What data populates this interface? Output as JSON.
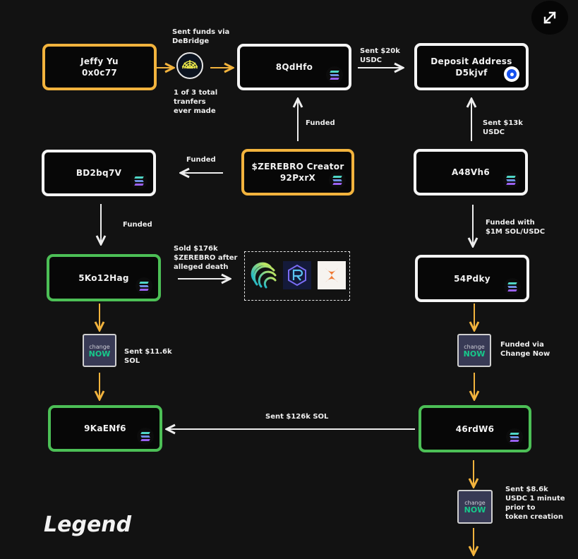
{
  "nodes": {
    "jeffy": {
      "label": "Jeffy Yu\n0x0c77",
      "border": "yellow"
    },
    "n8qdhfo": {
      "label": "8QdHfo",
      "chain_icon": "solana-icon"
    },
    "deposit": {
      "label": "Deposit Address\nD5kjvf",
      "chain_icon": "coinbase-icon"
    },
    "bd2bq7v": {
      "label": "BD2bq7V",
      "chain_icon": "solana-icon"
    },
    "creator": {
      "label": "$ZEREBRO Creator\n92PxrX",
      "border": "yellow",
      "chain_icon": "solana-icon"
    },
    "a48vh6": {
      "label": "A48Vh6",
      "chain_icon": "solana-icon"
    },
    "sko12hag": {
      "label": "5Ko12Hag",
      "border": "green",
      "chain_icon": "solana-icon"
    },
    "s4pdky": {
      "label": "54Pdky",
      "chain_icon": "solana-icon"
    },
    "n9kaenf6": {
      "label": "9KaENf6",
      "border": "green",
      "chain_icon": "solana-icon"
    },
    "n46rdw6": {
      "label": "46rdW6",
      "border": "green",
      "chain_icon": "solana-icon"
    }
  },
  "notes": {
    "debridge_top": "Sent funds via\nDeBridge",
    "debridge_bottom": "1 of 3 total\ntranfers\never made",
    "sent_20k": "Sent $20k\nUSDC",
    "funded_up": "Funded",
    "sent_13k": "Sent $13k\nUSDC",
    "funded_left": "Funded",
    "funded_down": "Funded",
    "funded_1m": "Funded with\n$1M SOL/USDC",
    "sold_176k": "Sold $176k\n$ZEREBRO after\nalleged death",
    "sent_11_6k": "Sent $11.6k\nSOL",
    "funded_via_cn": "Funded via\nChange Now",
    "sent_126k": "Sent $126k SOL",
    "sent_8_6k": "Sent $8.6k\nUSDC 1 minute\nprior to\ntoken creation"
  },
  "changenow": {
    "line1": "change",
    "line2": "NOW"
  },
  "dex_icons": [
    "jupiter-icon",
    "raydium-icon",
    "orca-icon"
  ],
  "legend": "Legend",
  "colors": {
    "yellow": "#f2b33d",
    "green": "#4cbf56",
    "white": "#f5f5f5",
    "background": "#121212"
  }
}
